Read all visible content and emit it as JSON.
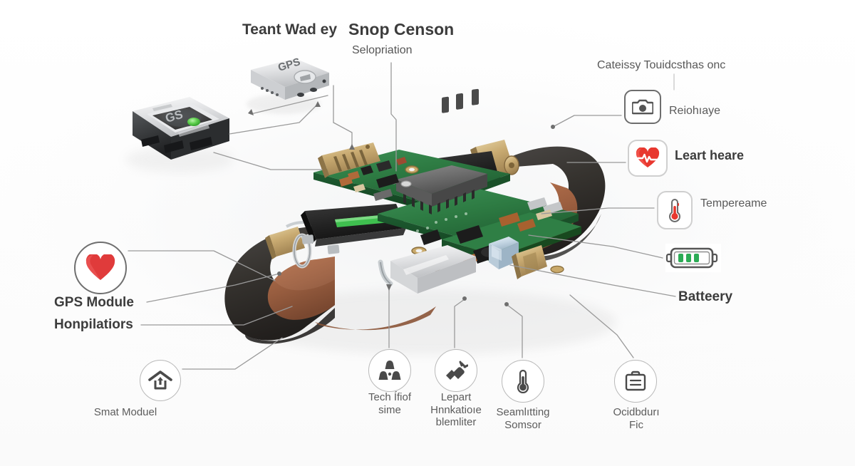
{
  "diagram": {
    "title_left": "Teant Wad ey",
    "title_mid": "Snop Censon",
    "subtitle_mid": "Selopriation",
    "title_right": "Cateissy Touidcsthas onc"
  },
  "device_marks": {
    "gps_puck": "GPS",
    "tracker_screen": "GS"
  },
  "callouts_right": [
    {
      "id": "camera",
      "icon": "camera-icon",
      "label": "Reiohıaye"
    },
    {
      "id": "heart",
      "icon": "heart-pulse-icon",
      "label": "Leart heare"
    },
    {
      "id": "temp",
      "icon": "thermometer-icon",
      "label": "Tempereame"
    },
    {
      "id": "battery",
      "icon": "battery-icon",
      "label": "Batteery"
    }
  ],
  "callouts_left": [
    {
      "id": "gps",
      "icon": "heart-icon",
      "label": "GPS Module"
    },
    {
      "id": "honp",
      "icon": null,
      "label": "Honpilatiors"
    }
  ],
  "callouts_bottom": [
    {
      "id": "smat",
      "icon": "home-upload-icon",
      "label": "Smat Moduel"
    },
    {
      "id": "tech",
      "icon": "hazard-icon",
      "label": "Tech Ífiof\nsime"
    },
    {
      "id": "epart",
      "icon": "plug-icon",
      "label": "Lepart\nHnnkatioıe\nblemliter"
    },
    {
      "id": "seam",
      "icon": "thermometer-icon",
      "label": "Seamlıtting\nSomsor"
    },
    {
      "id": "ocid",
      "icon": "briefcase-icon",
      "label": "Ocidbdurı\nFic"
    }
  ],
  "colors": {
    "heart_red": "#e03b3b",
    "battery_green": "#22a84f",
    "pcb_green": "#2f7a43",
    "leather_brown": "#a8684a",
    "band_black": "#33312f",
    "gold": "#c9ab72",
    "leader_line": "#9a9a9a",
    "text_dark": "#3c3c3c",
    "text_grey": "#5a5a5a"
  }
}
